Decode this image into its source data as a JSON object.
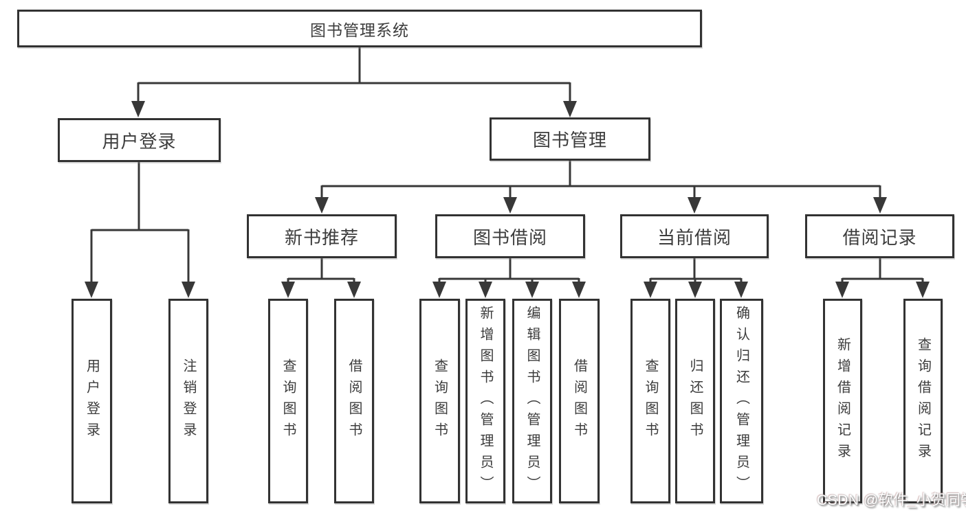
{
  "diagram": {
    "title_node": "图书管理系统",
    "level2": {
      "user_login": "用户登录",
      "book_mgmt": "图书管理"
    },
    "level3": {
      "new_book_rec": "新书推荐",
      "book_borrow": "图书借阅",
      "current_borrow": "当前借阅",
      "borrow_record": "借阅记录"
    },
    "leaves": {
      "user_login_leaf": "用户登录",
      "logout_leaf": "注销登录",
      "rec_query_book": "查询图书",
      "rec_borrow_book": "借阅图书",
      "bb_query_book": "查询图书",
      "bb_add_book": "新增图书（管理员）",
      "bb_edit_book": "编辑图书（管理员）",
      "bb_borrow_book": "借阅图书",
      "cb_query_book": "查询图书",
      "cb_return_book": "归还图书",
      "cb_confirm_return": "确认归还（管理员）",
      "br_add_record": "新增借阅记录",
      "br_query_record": "查询借阅记录"
    }
  },
  "watermark": "CSDN @软件_小贺同学",
  "colors": {
    "line": "#383838",
    "box_border": "#323232",
    "text": "#3c3c3c",
    "background": "#ffffff",
    "watermark_text": "#ffffff"
  }
}
